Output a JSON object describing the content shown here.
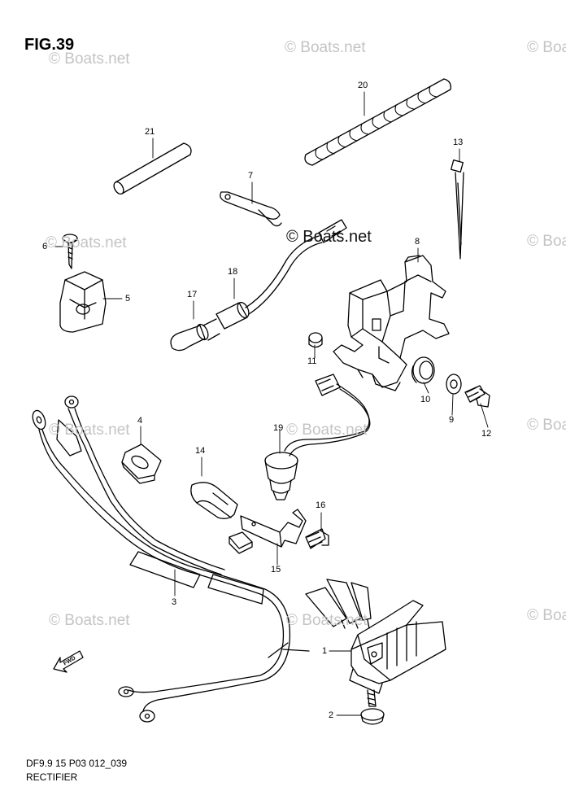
{
  "figure": {
    "title": "FIG.39"
  },
  "footer": {
    "code": "DF9.9 15 P03 012_039",
    "name": "RECTIFIER"
  },
  "watermark": {
    "text": "© Boats.net"
  },
  "fwd_label": "FWD",
  "callouts": [
    {
      "id": "1",
      "label": "1"
    },
    {
      "id": "2",
      "label": "2"
    },
    {
      "id": "3",
      "label": "3"
    },
    {
      "id": "4",
      "label": "4"
    },
    {
      "id": "5",
      "label": "5"
    },
    {
      "id": "6",
      "label": "6"
    },
    {
      "id": "7",
      "label": "7"
    },
    {
      "id": "8",
      "label": "8"
    },
    {
      "id": "9",
      "label": "9"
    },
    {
      "id": "10",
      "label": "10"
    },
    {
      "id": "11",
      "label": "11"
    },
    {
      "id": "12",
      "label": "12"
    },
    {
      "id": "13",
      "label": "13"
    },
    {
      "id": "14",
      "label": "14"
    },
    {
      "id": "15",
      "label": "15"
    },
    {
      "id": "16",
      "label": "16"
    },
    {
      "id": "17",
      "label": "17"
    },
    {
      "id": "18",
      "label": "18"
    },
    {
      "id": "19",
      "label": "19"
    },
    {
      "id": "20",
      "label": "20"
    },
    {
      "id": "21",
      "label": "21"
    }
  ]
}
